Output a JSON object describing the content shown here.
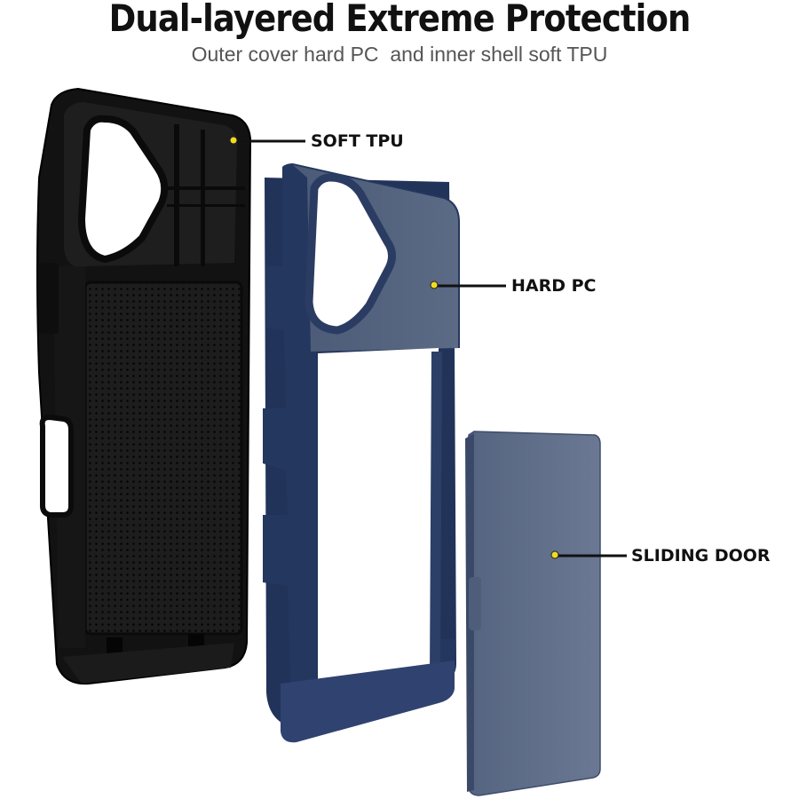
{
  "header": {
    "title": "Dual-layered Extreme Protection",
    "subtitle": "Outer cover hard PC  and inner shell soft TPU"
  },
  "callouts": [
    {
      "label": "SOFT TPU"
    },
    {
      "label": "HARD PC"
    },
    {
      "label": "SLIDING DOOR"
    }
  ],
  "colors": {
    "tpu": "#151515",
    "pc": "#4f5f7b",
    "pc_edge": "#223457",
    "door": "#5d6c87",
    "dot": "#f1dc1f"
  }
}
